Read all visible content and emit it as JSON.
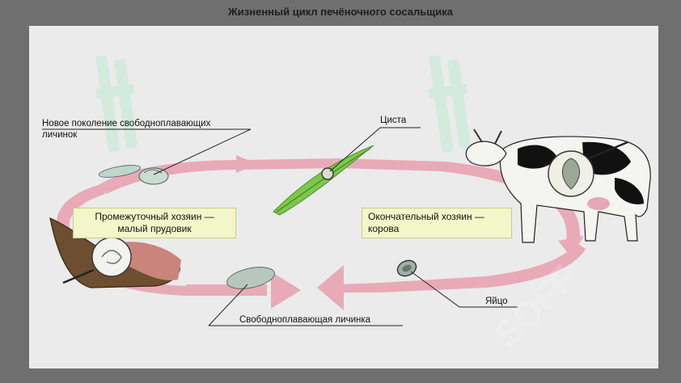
{
  "title": "Жизненный цикл печёночного сосальщика",
  "watermark": "SOFF",
  "labels": {
    "new_generation": [
      "Новое поколение свободноплавающих",
      "личинок"
    ],
    "cyst": "Циста",
    "intermediate_host": [
      "Промежуточный хозяин —",
      "малый прудовик"
    ],
    "definitive_host": [
      "Окончательный хозяин —",
      "корова"
    ],
    "egg": "Яйцо",
    "free_larva": "Свободноплавающая личинка"
  },
  "colors": {
    "cycle_arrow": "#e8aab8",
    "label_box": "#f3f6c9",
    "background": "#ebebeb",
    "frame": "#6f6f6f"
  }
}
